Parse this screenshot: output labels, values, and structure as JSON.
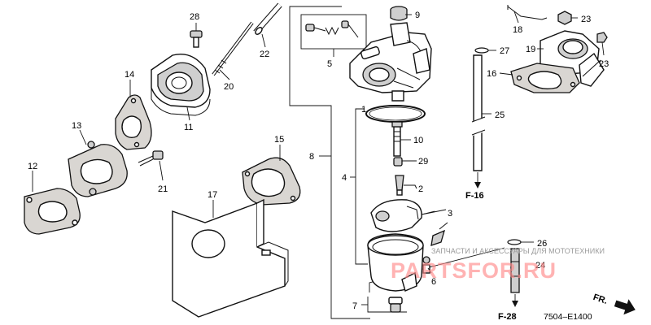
{
  "diagram": {
    "callouts": [
      "1",
      "2",
      "3",
      "4",
      "5",
      "6",
      "7",
      "8",
      "9",
      "10",
      "11",
      "12",
      "13",
      "14",
      "15",
      "16",
      "17",
      "18",
      "19",
      "20",
      "21",
      "22",
      "23",
      "23",
      "24",
      "25",
      "26",
      "27",
      "28",
      "29"
    ],
    "references": [
      "F-16",
      "F-28"
    ],
    "part_code": "7504–E1400",
    "direction_label": "FR.",
    "watermark": {
      "tagline": "ЗАПЧАСТИ И АКСЕССУАРЫ ДЛЯ МОТОТЕХНИКИ",
      "logo": "PARTSFOR.RU"
    }
  }
}
